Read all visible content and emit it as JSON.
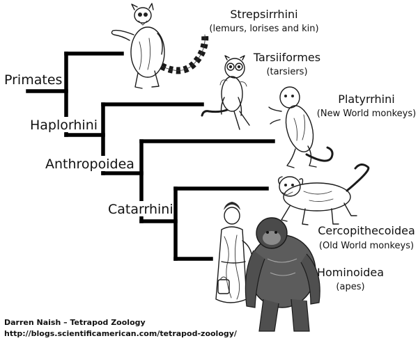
{
  "nodes": {
    "primates": "Primates",
    "haplorhini": "Haplorhini",
    "anthropoidea": "Anthropoidea",
    "catarrhini": "Catarrhini"
  },
  "tips": {
    "strepsirrhini": {
      "name": "Strepsirrhini",
      "desc": "(lemurs, lorises and kin)"
    },
    "tarsiiformes": {
      "name": "Tarsiiformes",
      "desc": "(tarsiers)"
    },
    "platyrrhini": {
      "name": "Platyrrhini",
      "desc": "(New World monkeys)"
    },
    "cercopithecoidea": {
      "name": "Cercopithecoidea",
      "desc": "(Old World monkeys)"
    },
    "hominoidea": {
      "name": "Hominoidea",
      "desc": "(apes)"
    }
  },
  "credit": {
    "author": "Darren Naish – Tetrapod Zoology",
    "url": "http://blogs.scientificamerican.com/tetrapod-zoology/"
  },
  "illustrations": [
    "ring-tailed-lemur",
    "tarsier",
    "new-world-monkey",
    "old-world-monkey",
    "woman-in-kimono",
    "gorilla"
  ]
}
